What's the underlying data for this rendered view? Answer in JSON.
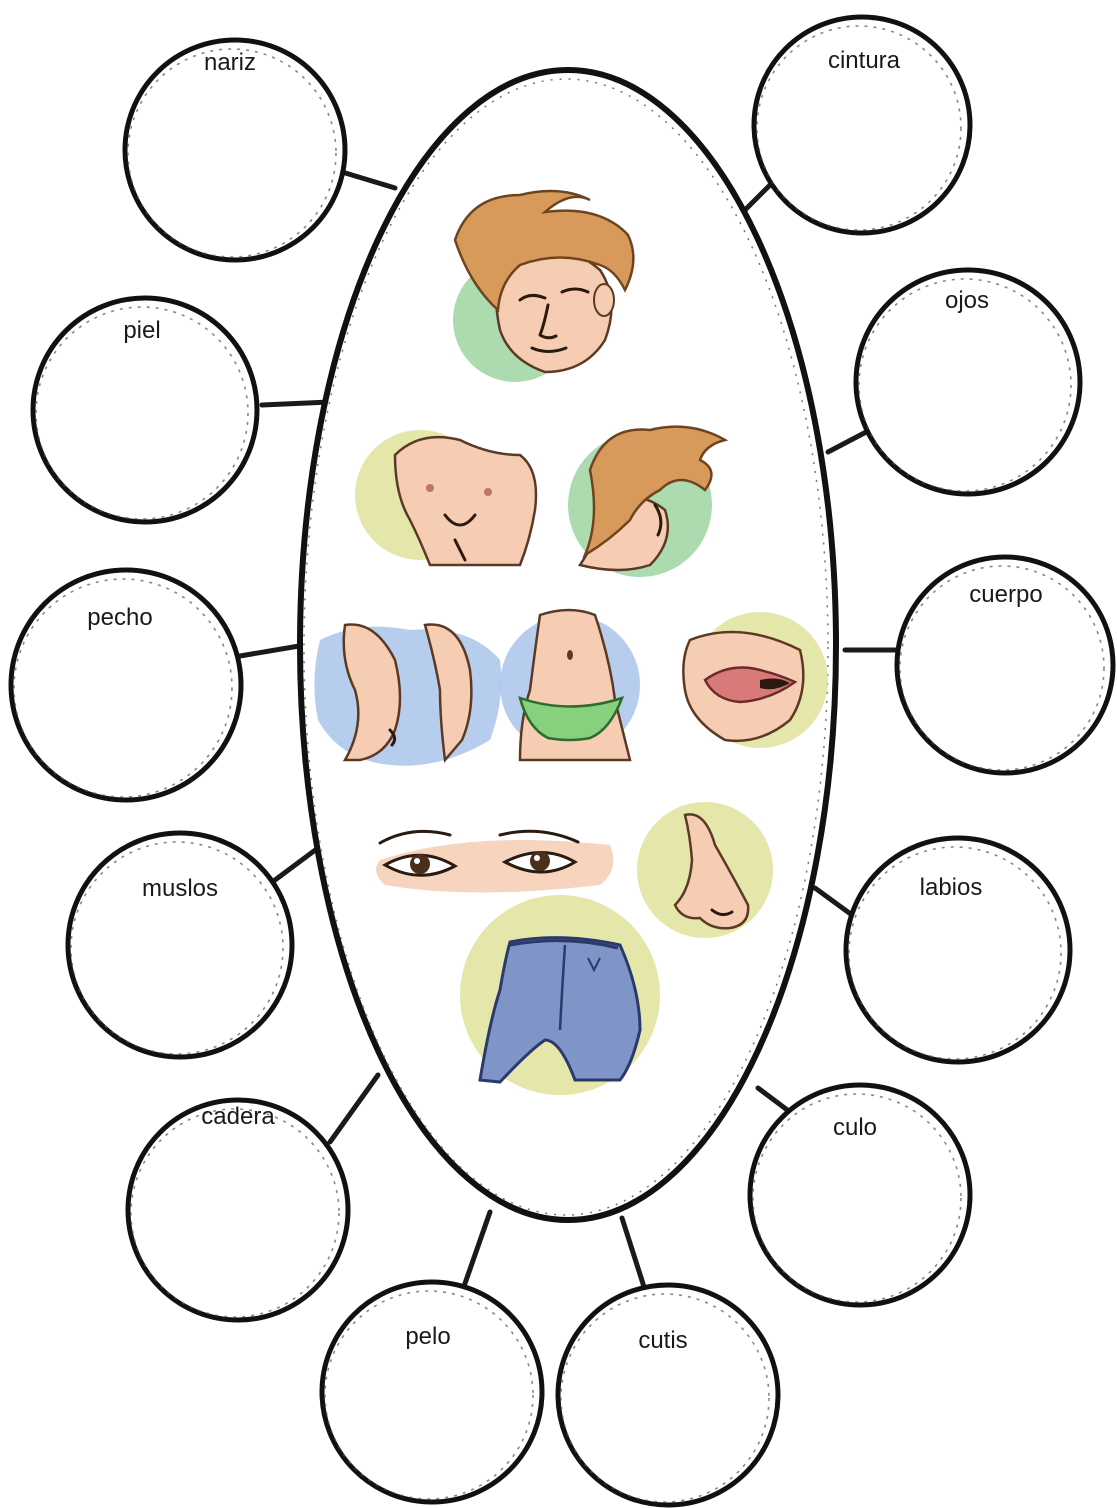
{
  "labels": {
    "nariz": "nariz",
    "piel": "piel",
    "pecho": "pecho",
    "muslos": "muslos",
    "cadera": "cadera",
    "pelo": "pelo",
    "cutis": "cutis",
    "culo": "culo",
    "labios": "labios",
    "cuerpo": "cuerpo",
    "ojos": "ojos",
    "cintura": "cintura"
  },
  "colors": {
    "green_wash": "#8fcf94",
    "yellow_wash": "#dfe39a",
    "blue_wash": "#a9c4ea",
    "skin": "#f6cdb3",
    "hair": "#d89a5a",
    "jeans": "#7f95c8",
    "panties": "#86d07e",
    "ink": "#111111"
  },
  "illustrations": [
    "face-icon",
    "chest-icon",
    "hair-icon",
    "thighs-icon",
    "waist-icon",
    "lips-icon",
    "eyes-icon",
    "nose-icon",
    "buttocks-icon"
  ]
}
